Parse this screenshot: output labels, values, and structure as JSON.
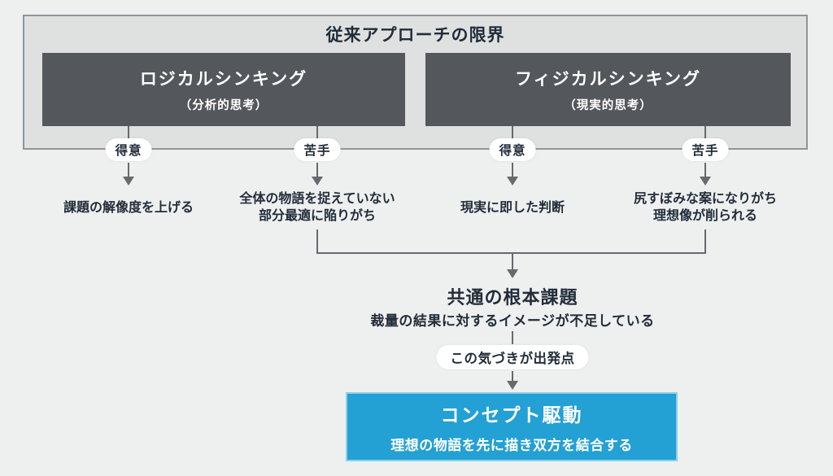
{
  "colors": {
    "page_bg": "#eef0ef",
    "panel_bg": "#dfe1e0",
    "panel_border": "#8f959b",
    "dark_box_bg": "#54575b",
    "text_navy": "#222d3a",
    "connector_gray": "#66696e",
    "accent_blue": "#23a0d4",
    "pill_bg": "#ffffff"
  },
  "panel": {
    "title": "従来アプローチの限界"
  },
  "approaches": [
    {
      "title": "ロジカルシンキング",
      "subtitle": "（分析的思考）"
    },
    {
      "title": "フィジカルシンキング",
      "subtitle": "（現実的思考）"
    }
  ],
  "traits": [
    {
      "tag": "得意",
      "lines": [
        "課題の解像度を上げる"
      ]
    },
    {
      "tag": "苦手",
      "lines": [
        "全体の物語を捉えていない",
        "部分最適に陥りがち"
      ]
    },
    {
      "tag": "得意",
      "lines": [
        "現実に即した判断"
      ]
    },
    {
      "tag": "苦手",
      "lines": [
        "尻すぼみな案になりがち",
        "理想像が削られる"
      ]
    }
  ],
  "root_issue": {
    "title": "共通の根本課題",
    "description": "裁量の結果に対するイメージが不足している"
  },
  "insight_badge": "この気づきが出発点",
  "solution": {
    "title": "コンセプト駆動",
    "subtitle": "理想の物語を先に描き双方を結合する"
  }
}
